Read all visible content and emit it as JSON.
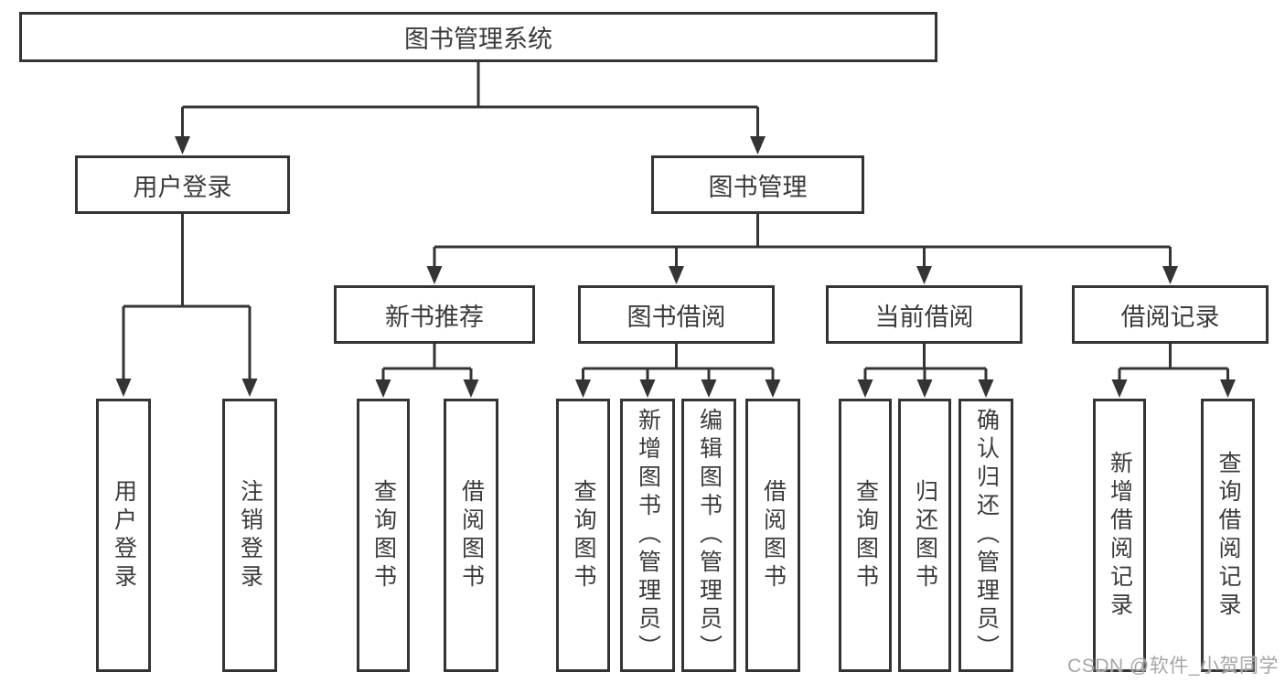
{
  "diagram": {
    "type": "hierarchy-chart",
    "root": {
      "label": "图书管理系统",
      "children": [
        {
          "label": "用户登录",
          "children": [
            {
              "label": "用户登录"
            },
            {
              "label": "注销登录"
            }
          ]
        },
        {
          "label": "图书管理",
          "children": [
            {
              "label": "新书推荐",
              "children": [
                {
                  "label": "查询图书"
                },
                {
                  "label": "借阅图书"
                }
              ]
            },
            {
              "label": "图书借阅",
              "children": [
                {
                  "label": "查询图书"
                },
                {
                  "label": "新增图书（管理员）"
                },
                {
                  "label": "编辑图书（管理员）"
                },
                {
                  "label": "借阅图书"
                }
              ]
            },
            {
              "label": "当前借阅",
              "children": [
                {
                  "label": "查询图书"
                },
                {
                  "label": "归还图书"
                },
                {
                  "label": "确认归还（管理员）"
                }
              ]
            },
            {
              "label": "借阅记录",
              "children": [
                {
                  "label": "新增借阅记录"
                },
                {
                  "label": "查询借阅记录"
                }
              ]
            }
          ]
        }
      ]
    }
  },
  "watermark": "CSDN @软件_小贺同学",
  "colors": {
    "line": "#343434",
    "box_border": "#343434",
    "text": "#3b3b3b",
    "watermark": "#a6a6a6",
    "background": "#ffffff"
  }
}
